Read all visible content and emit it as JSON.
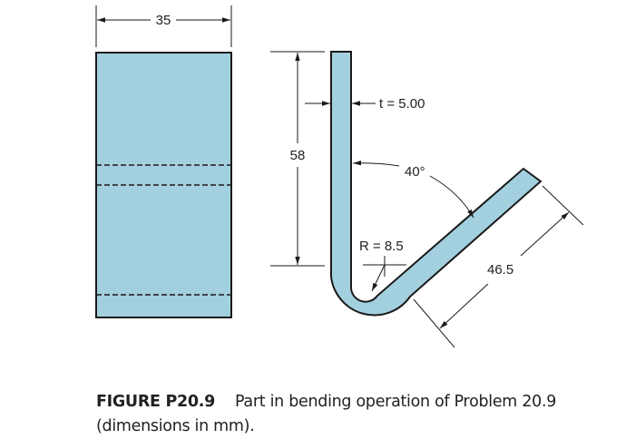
{
  "figure": {
    "dimensions": {
      "width": "35",
      "height": "58",
      "thickness": "t = 5.00",
      "angle": "40°",
      "radius": "R = 8.5",
      "leg_length": "46.5"
    }
  },
  "caption": {
    "label": "FIGURE P20.9",
    "text": "Part in bending operation of Problem 20.9 (dimensions in mm)."
  },
  "colors": {
    "part_fill": "#a3d0df",
    "outline": "#1a1a1a"
  }
}
